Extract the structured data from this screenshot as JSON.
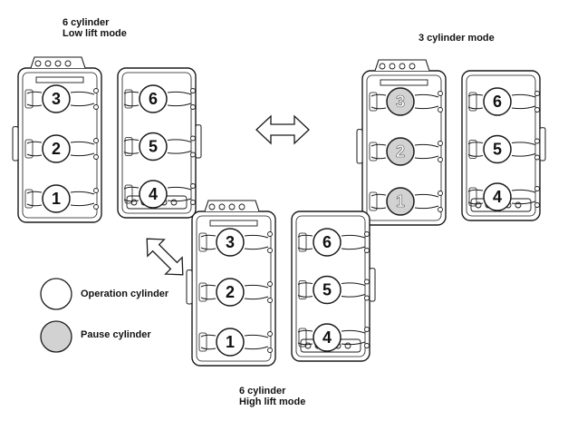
{
  "modes": {
    "low_lift": {
      "line1": "6 cylinder",
      "line2": "Low lift mode"
    },
    "three_cyl": {
      "line1": "3 cylinder mode"
    },
    "high_lift": {
      "line1": "6 cylinder",
      "line2": "High lift mode"
    }
  },
  "legend": {
    "operation": "Operation cylinder",
    "pause": "Pause cylinder"
  },
  "colors": {
    "operation_fill": "#ffffff",
    "pause_fill": "#d2d2d2",
    "stroke": "#1a1a1a"
  },
  "engines": [
    {
      "id": "low-lift",
      "left_bank": [
        {
          "n": "3",
          "state": "operation"
        },
        {
          "n": "2",
          "state": "operation"
        },
        {
          "n": "1",
          "state": "operation"
        }
      ],
      "right_bank": [
        {
          "n": "6",
          "state": "operation"
        },
        {
          "n": "5",
          "state": "operation"
        },
        {
          "n": "4",
          "state": "operation"
        }
      ]
    },
    {
      "id": "three-cyl",
      "left_bank": [
        {
          "n": "3",
          "state": "pause"
        },
        {
          "n": "2",
          "state": "pause"
        },
        {
          "n": "1",
          "state": "pause"
        }
      ],
      "right_bank": [
        {
          "n": "6",
          "state": "operation"
        },
        {
          "n": "5",
          "state": "operation"
        },
        {
          "n": "4",
          "state": "operation"
        }
      ]
    },
    {
      "id": "high-lift",
      "left_bank": [
        {
          "n": "3",
          "state": "operation"
        },
        {
          "n": "2",
          "state": "operation"
        },
        {
          "n": "1",
          "state": "operation"
        }
      ],
      "right_bank": [
        {
          "n": "6",
          "state": "operation"
        },
        {
          "n": "5",
          "state": "operation"
        },
        {
          "n": "4",
          "state": "operation"
        }
      ]
    }
  ]
}
